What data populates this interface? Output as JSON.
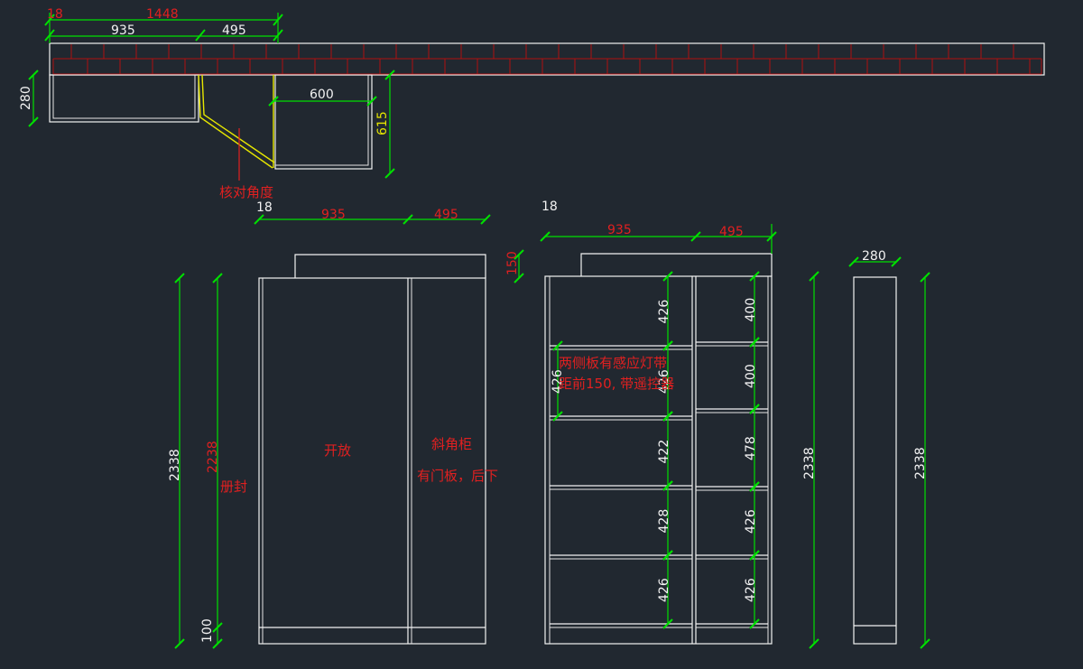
{
  "plan": {
    "dim_18": "18",
    "dim_1448": "1448",
    "dim_935": "935",
    "dim_495": "495",
    "dim_280": "280",
    "dim_600": "600",
    "dim_615": "615",
    "note_angle": "核对角度"
  },
  "front": {
    "dim_18": "18",
    "dim_935": "935",
    "dim_495": "495",
    "dim_150": "150",
    "dim_2338": "2338",
    "dim_2238": "2238",
    "dim_100": "100",
    "label_edge": "册封",
    "label_open": "开放",
    "label_corner": "斜角柜",
    "label_door": "有门板，后下"
  },
  "section": {
    "dim_18": "18",
    "dim_935": "935",
    "dim_495": "495",
    "dim_2338": "2338",
    "left_shelves": [
      "426",
      "426",
      "422",
      "428",
      "426"
    ],
    "right_shelves": [
      "400",
      "400",
      "478",
      "426",
      "426"
    ],
    "note_line1": "两侧板有感应灯带",
    "note_line2": "距前150, 带遥控器"
  },
  "side": {
    "dim_280": "280",
    "dim_2338": "2338"
  },
  "colors": {
    "background": "#212830",
    "outline": "#f2f2f2",
    "dimension": "#00e000",
    "annotation": "#e02020",
    "angled_panel": "#e6e600",
    "brick": "#b01010"
  }
}
